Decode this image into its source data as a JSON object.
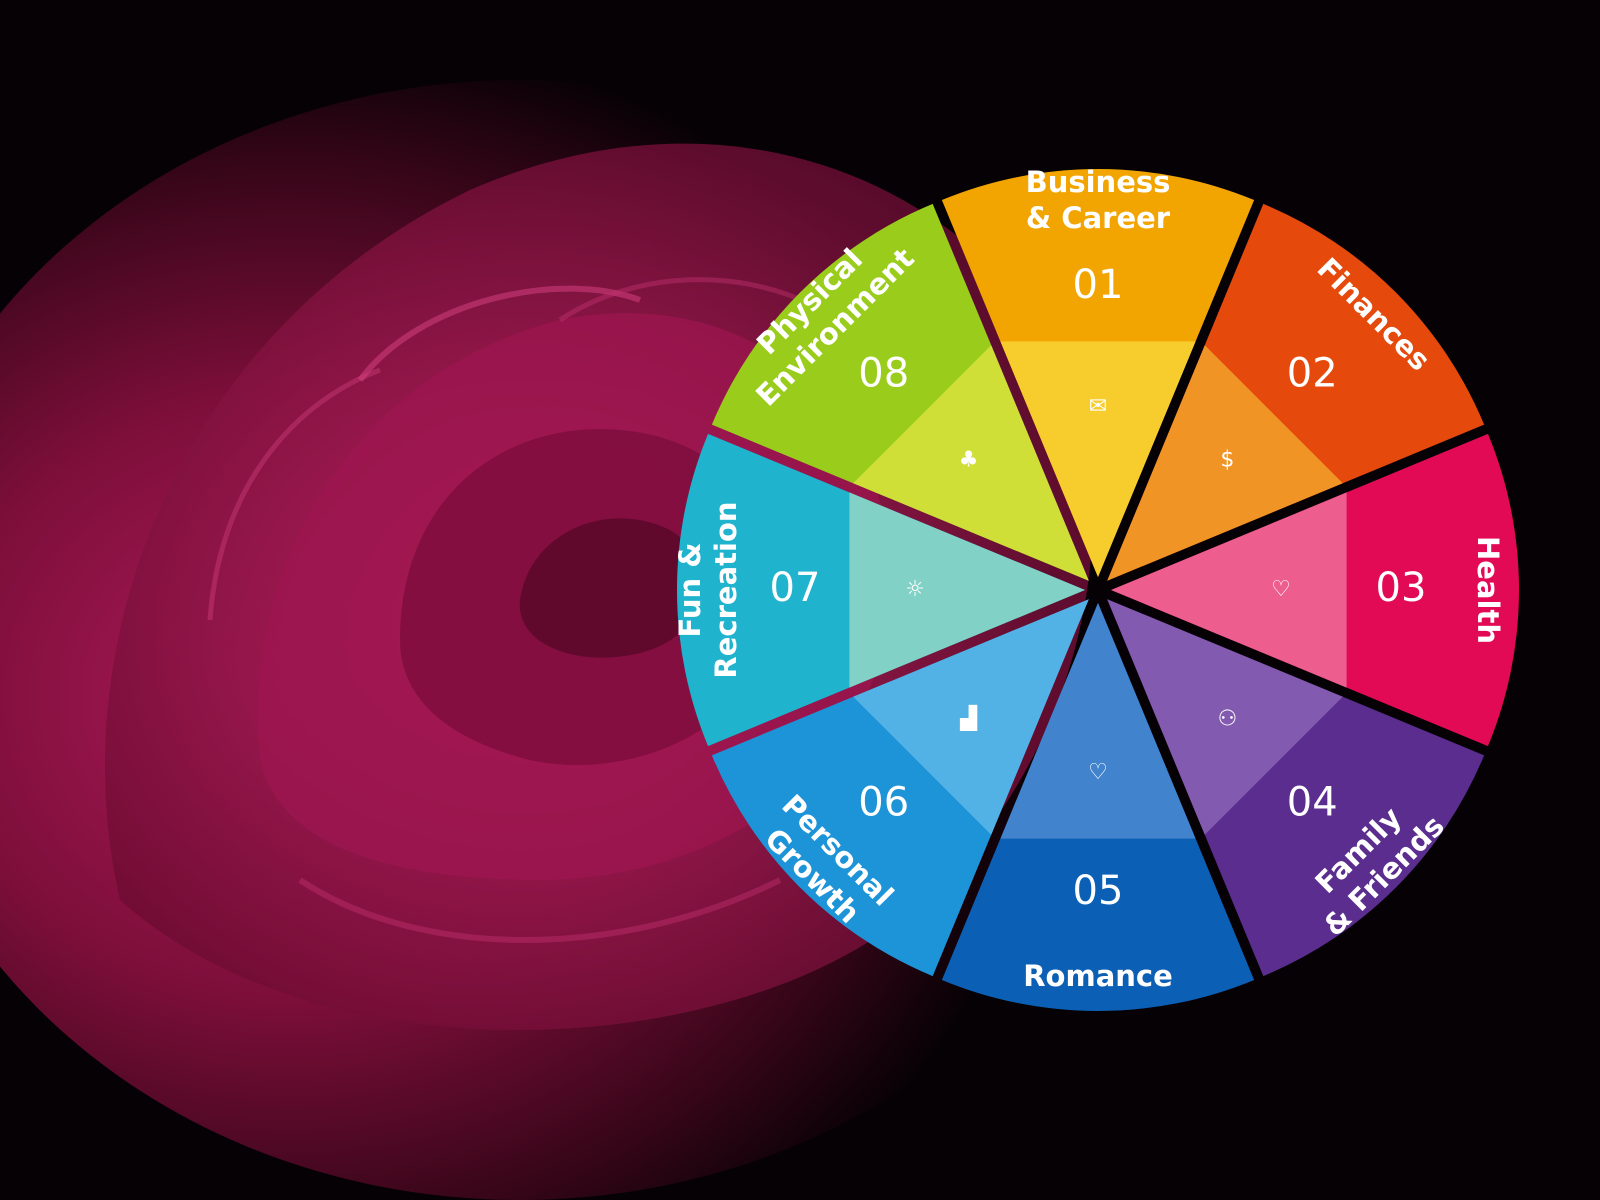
{
  "wheel": {
    "segments": [
      {
        "number": "01",
        "label": [
          "Business",
          "& Career"
        ],
        "icon": "envelope-icon",
        "glyph": "✉",
        "color_outer": "#f2a400",
        "color_inner": "#f7d534",
        "slug": "business-career"
      },
      {
        "number": "02",
        "label": [
          "Finances"
        ],
        "icon": "money-hand-icon",
        "glyph": "$",
        "color_outer": "#e54a0c",
        "color_inner": "#f3a12c",
        "slug": "finances"
      },
      {
        "number": "03",
        "label": [
          "Health"
        ],
        "icon": "heart-pulse-icon",
        "glyph": "♡",
        "color_outer": "#e20a55",
        "color_inner": "#ee6d9a",
        "slug": "health"
      },
      {
        "number": "04",
        "label": [
          "Family",
          "& Friends"
        ],
        "icon": "people-chat-icon",
        "glyph": "⚇",
        "color_outer": "#5a2d8e",
        "color_inner": "#8a63b5",
        "slug": "family-friends"
      },
      {
        "number": "05",
        "label": [
          "Romance"
        ],
        "icon": "heart-icon",
        "glyph": "♡",
        "color_outer": "#0b60b6",
        "color_inner": "#4b8ad0",
        "slug": "romance"
      },
      {
        "number": "06",
        "label": [
          "Personal",
          "Growth"
        ],
        "icon": "growth-chart-icon",
        "glyph": "▟",
        "color_outer": "#1d93d8",
        "color_inner": "#5db7e8",
        "slug": "personal-growth"
      },
      {
        "number": "07",
        "label": [
          "Fun &",
          "Recreation"
        ],
        "icon": "lightbulb-icon",
        "glyph": "☼",
        "color_outer": "#20b3cd",
        "color_inner": "#94d6c6",
        "slug": "fun-recreation"
      },
      {
        "number": "08",
        "label": [
          "Physical",
          "Environment"
        ],
        "icon": "tree-icon",
        "glyph": "♣",
        "color_outer": "#9acc1c",
        "color_inner": "#d9e23c",
        "slug": "physical-environment"
      }
    ]
  },
  "background": {
    "subject": "rose-image",
    "color_main": "#a4164f",
    "color_dark": "#3a0619"
  }
}
